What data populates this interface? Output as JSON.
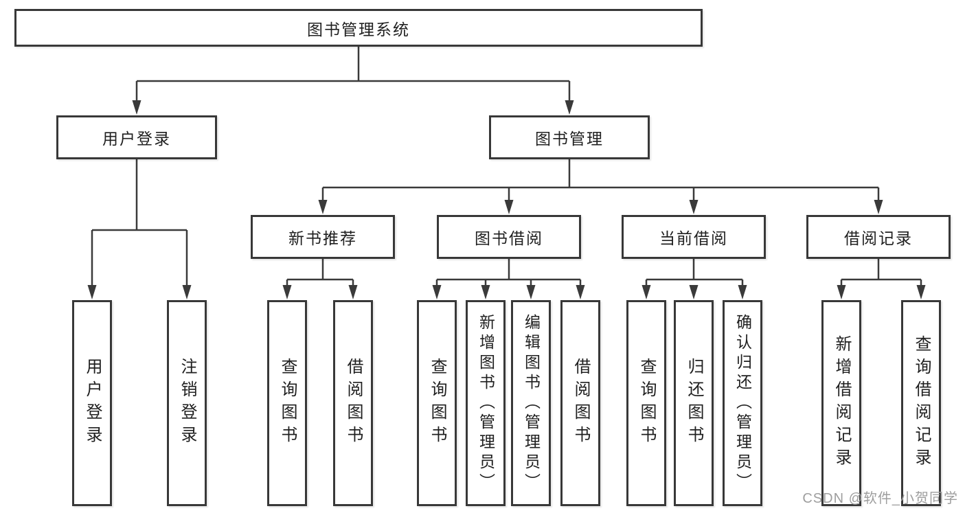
{
  "diagram": {
    "title": "图书管理系统",
    "branches": [
      {
        "label": "用户登录",
        "children": [
          {
            "label": "用户登录"
          },
          {
            "label": "注销登录"
          }
        ]
      },
      {
        "label": "图书管理",
        "children": [
          {
            "label": "新书推荐",
            "children": [
              {
                "label": "查询图书"
              },
              {
                "label": "借阅图书"
              }
            ]
          },
          {
            "label": "图书借阅",
            "children": [
              {
                "label": "查询图书"
              },
              {
                "label": "新增图书（管理员）"
              },
              {
                "label": "编辑图书（管理员）"
              },
              {
                "label": "借阅图书"
              }
            ]
          },
          {
            "label": "当前借阅",
            "children": [
              {
                "label": "查询图书"
              },
              {
                "label": "归还图书"
              },
              {
                "label": "确认归还（管理员）"
              }
            ]
          },
          {
            "label": "借阅记录",
            "children": [
              {
                "label": "新增借阅记录"
              },
              {
                "label": "查询借阅记录"
              }
            ]
          }
        ]
      }
    ]
  },
  "watermark": "CSDN @软件_小贺同学",
  "colors": {
    "line": "#3a3a3a",
    "box_border": "#383838",
    "box_fill": "#ffffff",
    "text": "#1f1f1f",
    "watermark": "#9e9e9e"
  }
}
